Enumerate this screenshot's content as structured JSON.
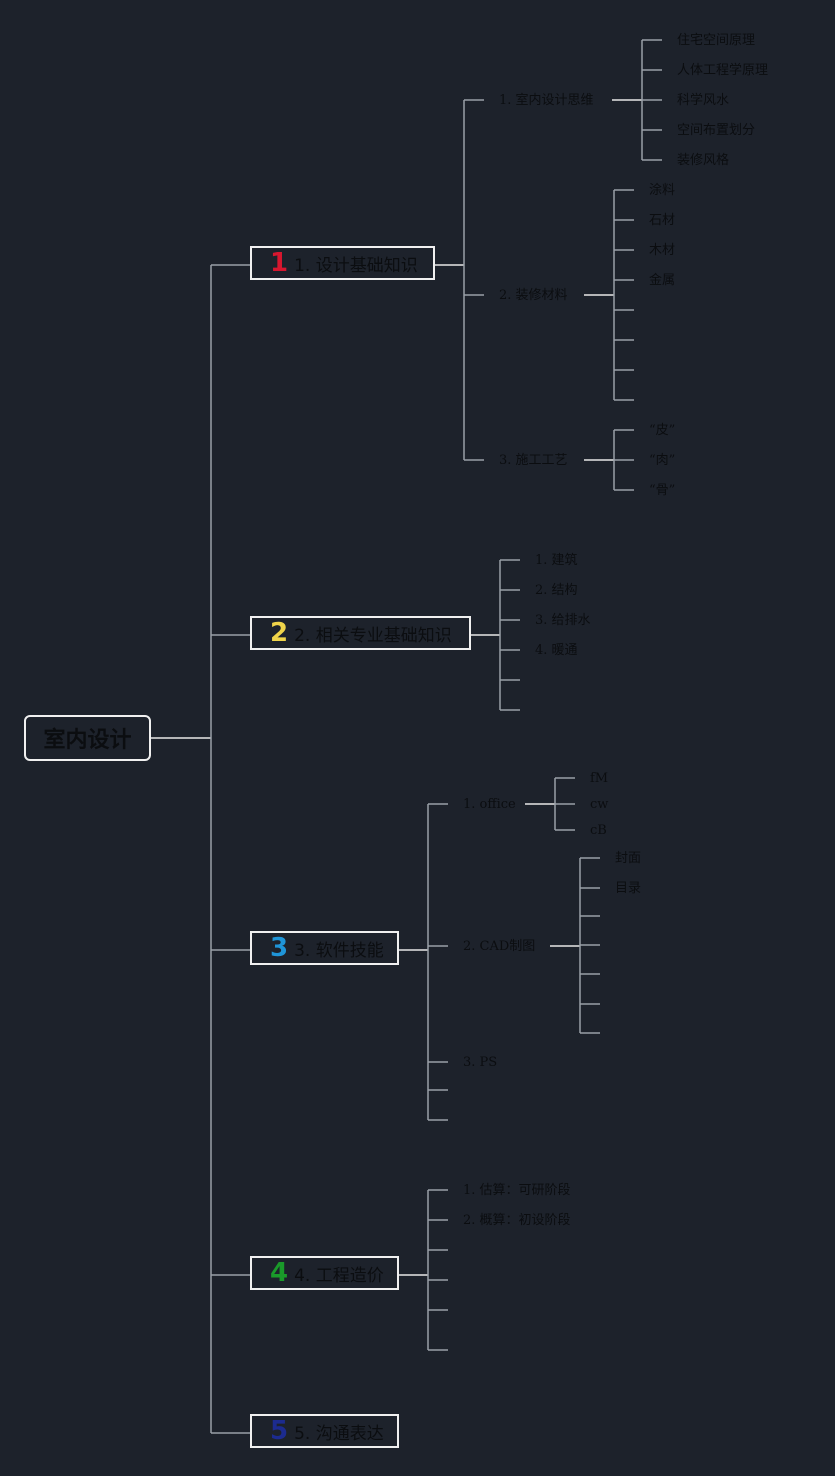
{
  "root": {
    "label": "室内设计"
  },
  "branches": [
    {
      "num": "1",
      "num_color": "#d7172f",
      "label": "1. 设计基础知识",
      "children": [
        {
          "label": "1. 室内设计思维",
          "items": [
            "住宅空间原理",
            "人体工程学原理",
            "科学风水",
            "空间布置划分",
            "装修风格"
          ]
        },
        {
          "label": "2. 装修材料",
          "items": [
            "涂料",
            "石材",
            "木材",
            "金属",
            "",
            "",
            "",
            ""
          ]
        },
        {
          "label": "3. 施工工艺",
          "items": [
            "“皮”",
            "“肉”",
            "“骨”"
          ]
        }
      ]
    },
    {
      "num": "2",
      "num_color": "#f0d44a",
      "label": "2. 相关专业基础知识",
      "children": [
        {
          "label": "1. 建筑"
        },
        {
          "label": "2. 结构"
        },
        {
          "label": "3. 给排水"
        },
        {
          "label": "4. 暖通"
        },
        {
          "label": ""
        },
        {
          "label": ""
        }
      ]
    },
    {
      "num": "3",
      "num_color": "#1f95d8",
      "label": "3. 软件技能",
      "children": [
        {
          "label": "1. office",
          "items": [
            "fM",
            "cw",
            "cB"
          ]
        },
        {
          "label": "2. CAD制图",
          "items": [
            "封面",
            "目录",
            "",
            "",
            "",
            "",
            ""
          ]
        },
        {
          "label": "3. PS"
        },
        {
          "label": ""
        },
        {
          "label": ""
        }
      ]
    },
    {
      "num": "4",
      "num_color": "#1a9a2a",
      "label": "4. 工程造价",
      "children": [
        {
          "label": "1. 估算：可研阶段"
        },
        {
          "label": "2. 概算：初设阶段"
        },
        {
          "label": ""
        },
        {
          "label": ""
        },
        {
          "label": ""
        },
        {
          "label": ""
        }
      ]
    },
    {
      "num": "5",
      "num_color": "#1c2b8f",
      "label": "5. 沟通表达",
      "children": []
    }
  ]
}
